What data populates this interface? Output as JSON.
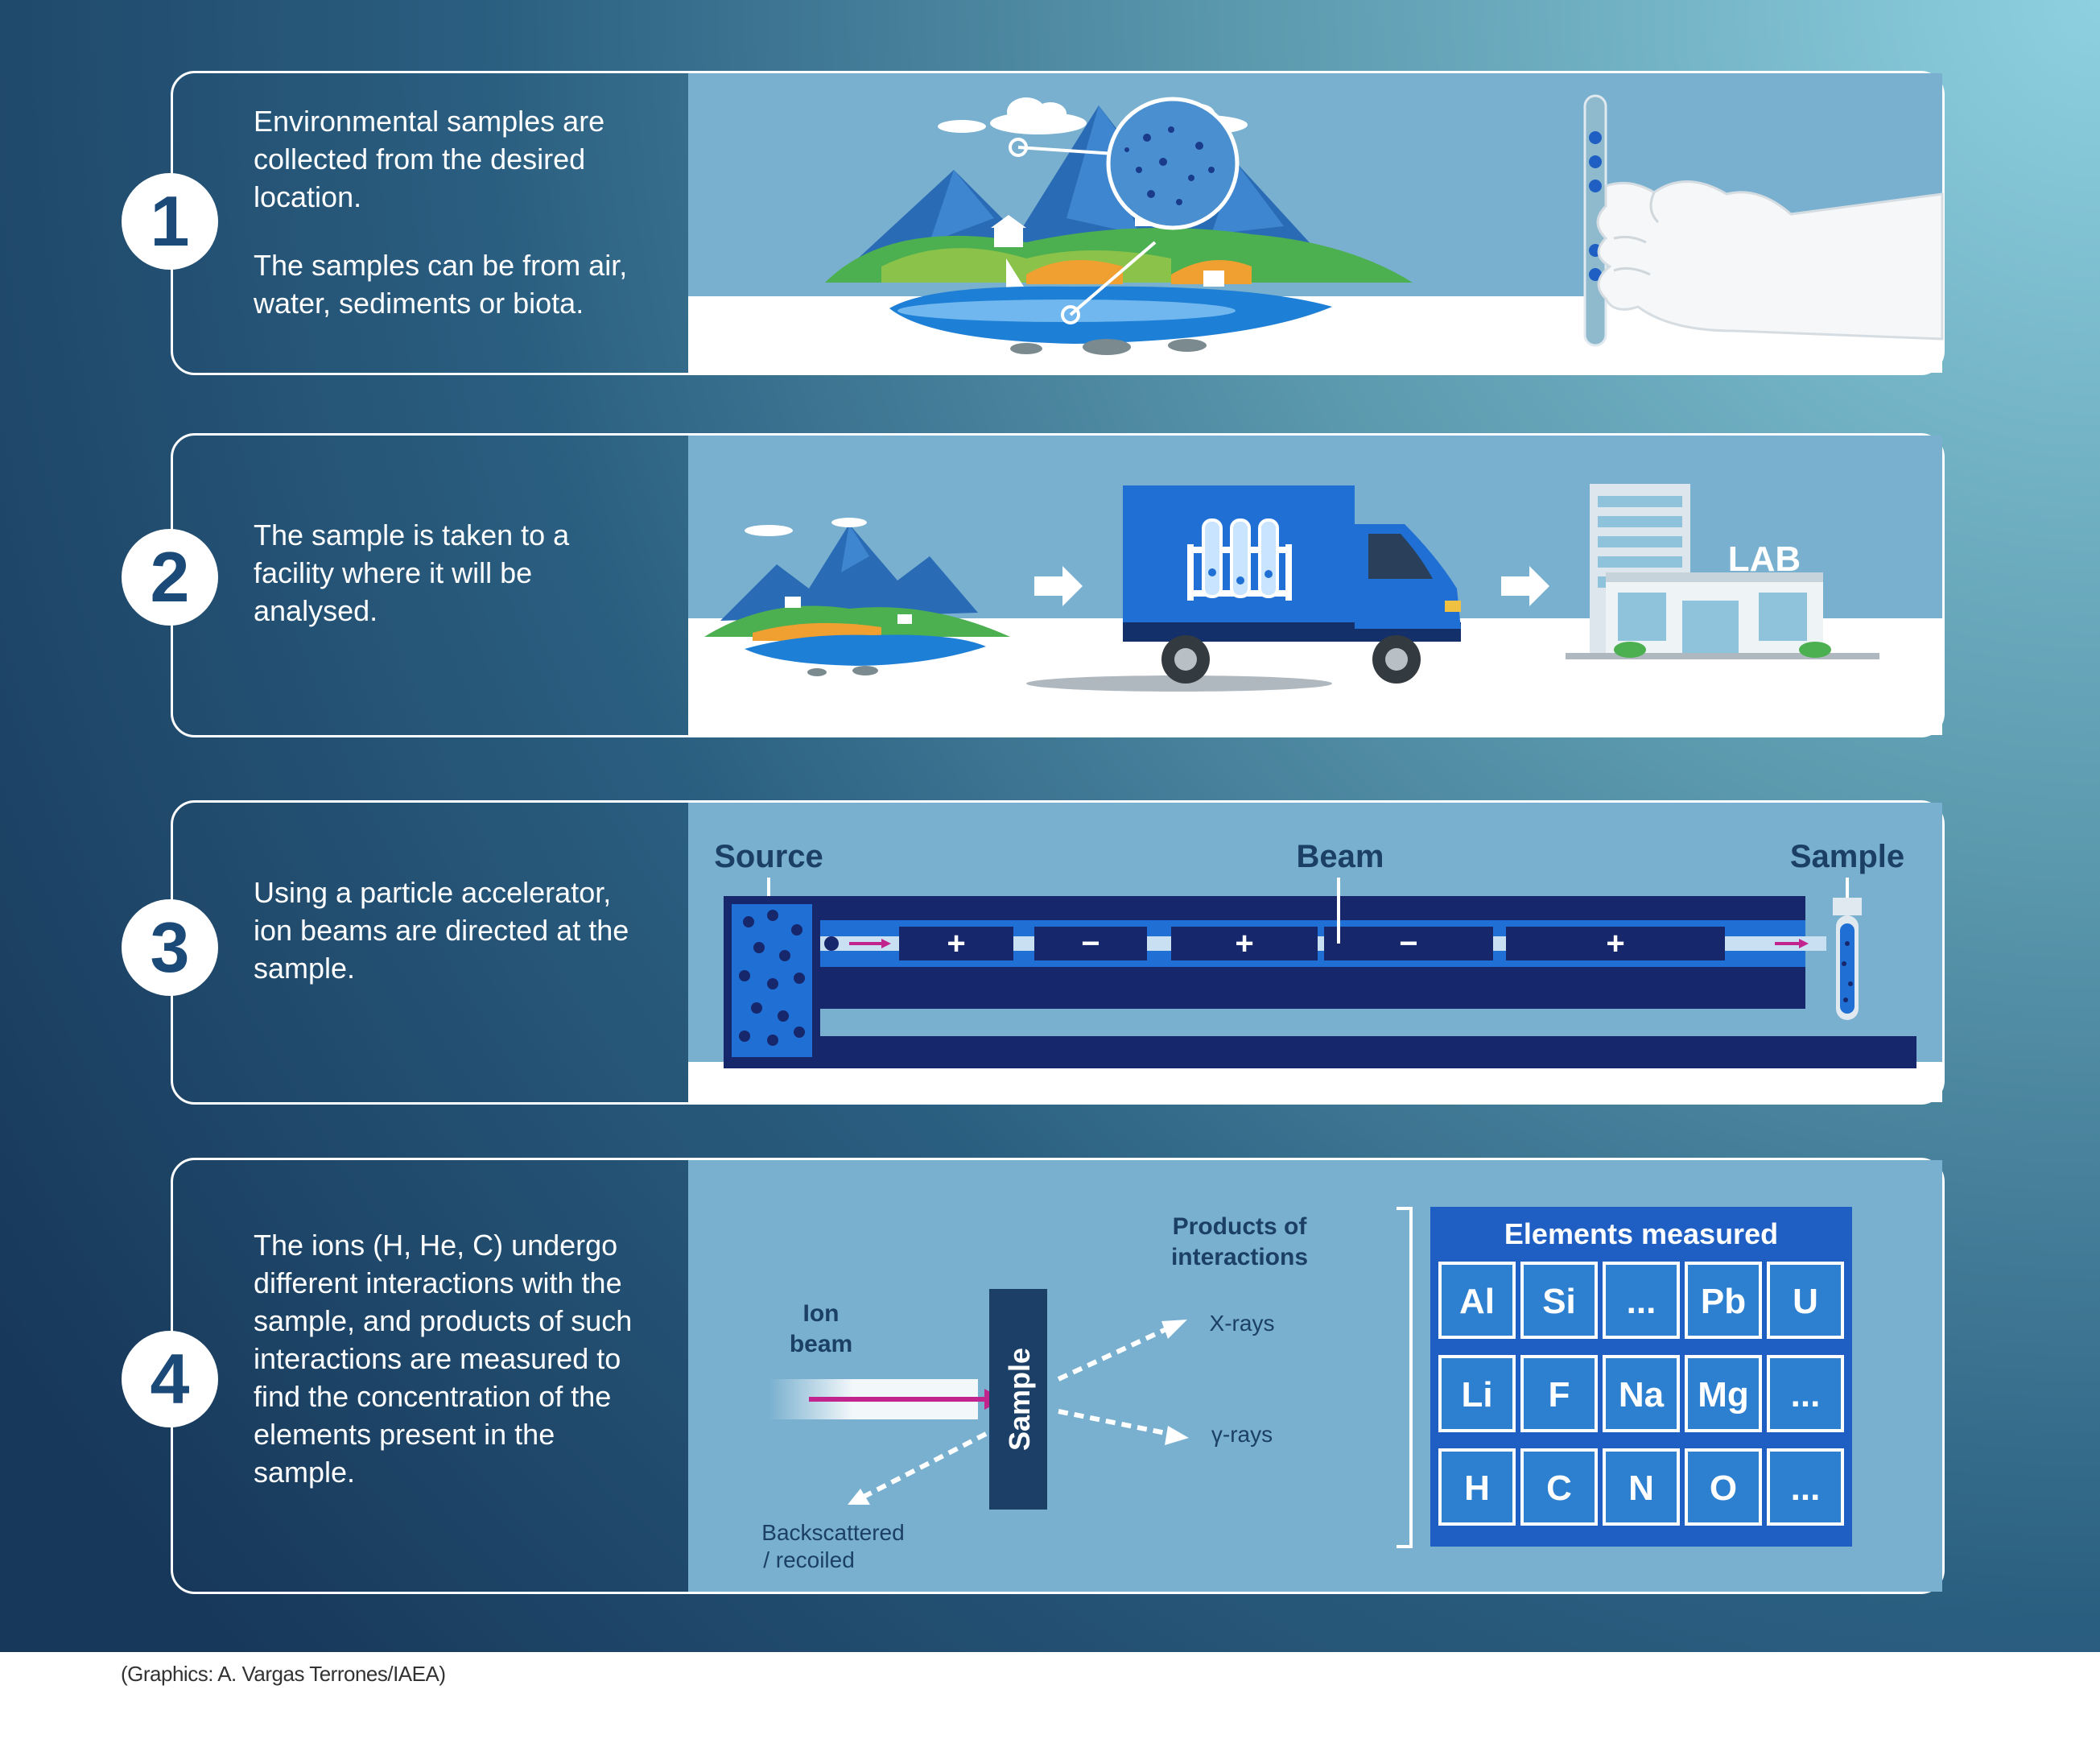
{
  "steps": [
    {
      "number": "1",
      "text": "Environmental samples are collected from the desired location.",
      "text2": "The samples can be from air, water, sediments or biota."
    },
    {
      "number": "2",
      "text": "The sample is taken to a facility where it will be analysed.",
      "lab_sign": "LAB"
    },
    {
      "number": "3",
      "text": "Using a particle accelerator, ion beams are directed at the sample.",
      "labels": {
        "source": "Source",
        "beam": "Beam",
        "sample": "Sample"
      },
      "charges": [
        "+",
        "−",
        "+",
        "−",
        "+"
      ]
    },
    {
      "number": "4",
      "text": "The ions (H, He, C) undergo different interactions with the sample, and products of such interactions are measured to find the concentration of the elements present in the sample.",
      "labels": {
        "ion_beam_1": "Ion",
        "ion_beam_2": "beam",
        "sample": "Sample",
        "products_1": "Products of",
        "products_2": "interactions",
        "xrays": "X-rays",
        "gammarays": "γ-rays",
        "back_1": "Backscattered",
        "back_2": "/ recoiled"
      },
      "elements_title": "Elements measured",
      "elements": [
        [
          "Al",
          "Si",
          "...",
          "Pb",
          "U"
        ],
        [
          "Li",
          "F",
          "Na",
          "Mg",
          "..."
        ],
        [
          "H",
          "C",
          "N",
          "O",
          "..."
        ]
      ]
    }
  ],
  "credit": "(Graphics: A. Vargas Terrones/IAEA)",
  "colors": {
    "navy": "#1b3f66",
    "panel_blue": "#79b0cf",
    "accent_magenta": "#c2248e",
    "element_tile": "#2d7fd0"
  }
}
